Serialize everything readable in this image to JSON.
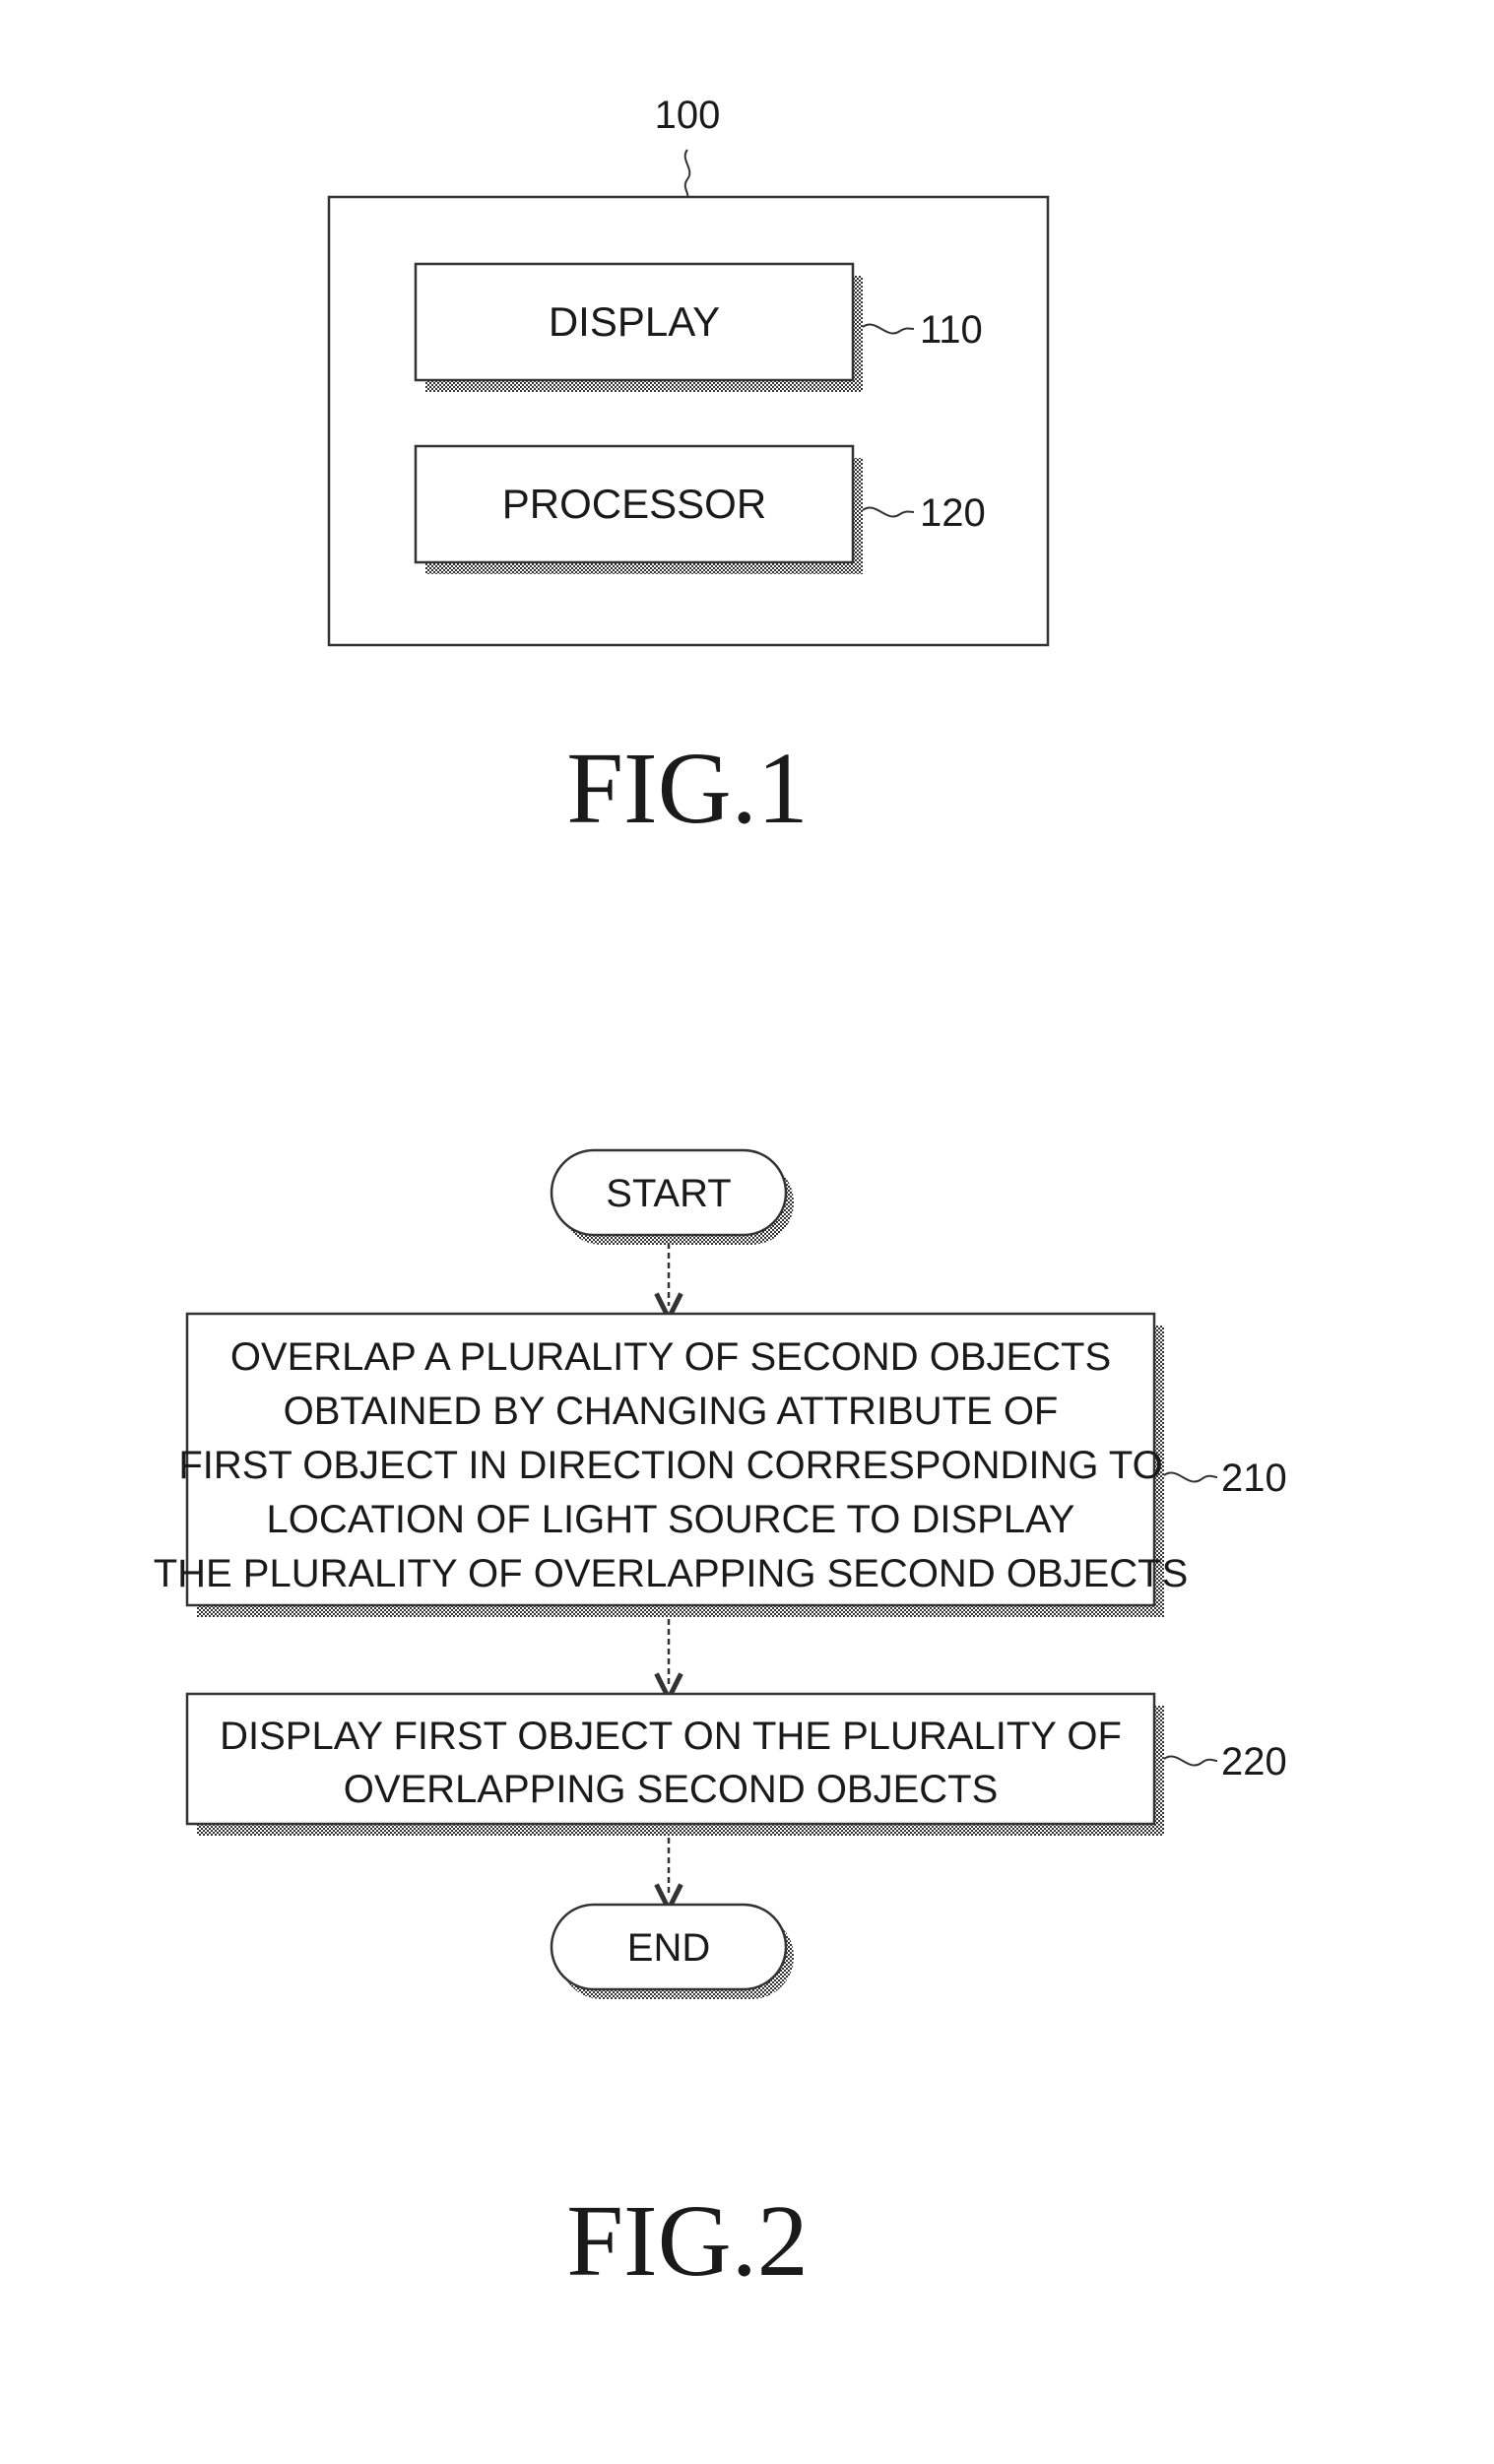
{
  "fig1": {
    "caption": "FIG.1",
    "device": {
      "ref": "100"
    },
    "display_block": {
      "label": "DISPLAY",
      "ref": "110"
    },
    "processor_block": {
      "label": "PROCESSOR",
      "ref": "120"
    }
  },
  "fig2": {
    "caption": "FIG.2",
    "start": {
      "label": "START"
    },
    "step_210": {
      "ref": "210",
      "lines": [
        "OVERLAP A PLURALITY OF SECOND OBJECTS",
        "OBTAINED BY CHANGING ATTRIBUTE OF",
        "FIRST OBJECT IN DIRECTION CORRESPONDING TO",
        "LOCATION OF LIGHT SOURCE TO DISPLAY",
        "THE PLURALITY OF OVERLAPPING SECOND OBJECTS"
      ]
    },
    "step_220": {
      "ref": "220",
      "lines": [
        "DISPLAY FIRST OBJECT ON THE PLURALITY OF",
        "OVERLAPPING SECOND OBJECTS"
      ]
    },
    "end": {
      "label": "END"
    }
  }
}
